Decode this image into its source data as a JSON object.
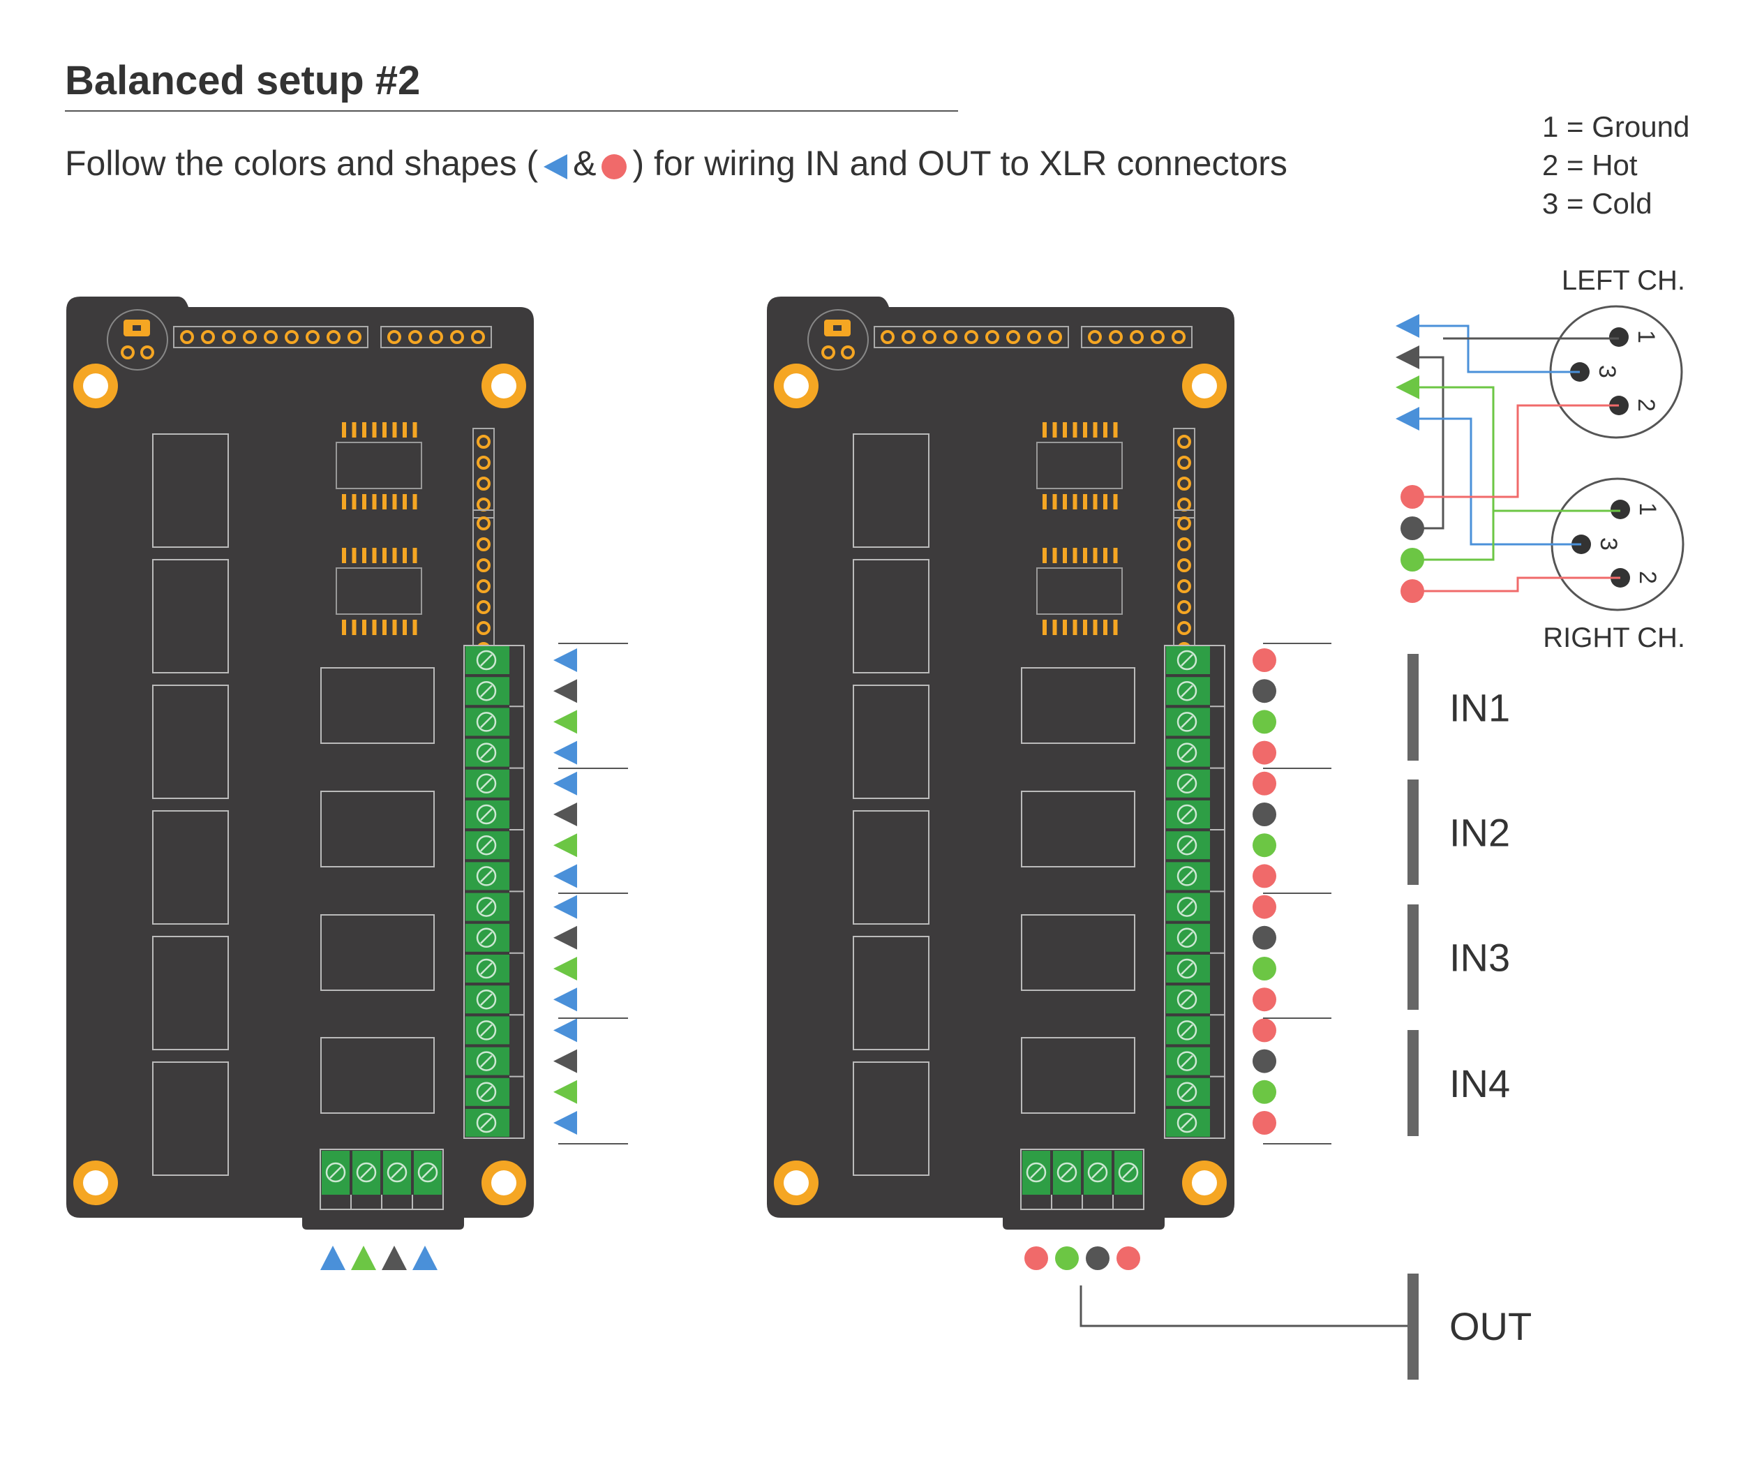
{
  "title": "Balanced setup #2",
  "subtitle": {
    "before": "Follow the colors and shapes (",
    "amp": "&",
    "after": ") for wiring IN and OUT to XLR connectors"
  },
  "legend": [
    "1 = Ground",
    "2 = Hot",
    "3 = Cold"
  ],
  "xlr": {
    "left_label": "LEFT CH.",
    "right_label": "RIGHT CH.",
    "pins": [
      "1",
      "3",
      "2"
    ]
  },
  "groups": [
    "IN1",
    "IN2",
    "IN3",
    "IN4"
  ],
  "out_label": "OUT",
  "colors": {
    "board": "#3d3b3c",
    "hole": "#f5a623",
    "terminal": "#2e9e45",
    "blue": "#4a90d9",
    "gray": "#555555",
    "green": "#6cc644",
    "red": "#f06a6a"
  },
  "icons": {
    "input_marker_left": "triangle-left-icon",
    "input_marker_right": "dot-icon",
    "output_marker_left": "triangle-up-icon",
    "output_marker_right": "dot-icon"
  }
}
